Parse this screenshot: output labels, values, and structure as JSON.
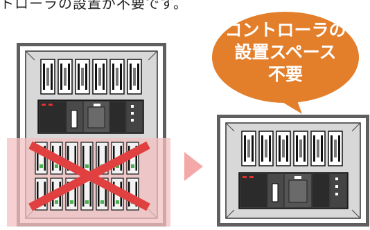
{
  "header": {
    "text": "トローラの設置が不要です。"
  },
  "bubble": {
    "lines": [
      "コントローラの",
      "設置スペース",
      "不要"
    ],
    "color": "#e37e2a"
  },
  "colors": {
    "cabinet_outer": "#5f5f5f",
    "cabinet_inner": "#d8d8d8",
    "highlight": "#f4c2c2",
    "cross": "#e0403f",
    "arrow": "#f4a9a8"
  }
}
